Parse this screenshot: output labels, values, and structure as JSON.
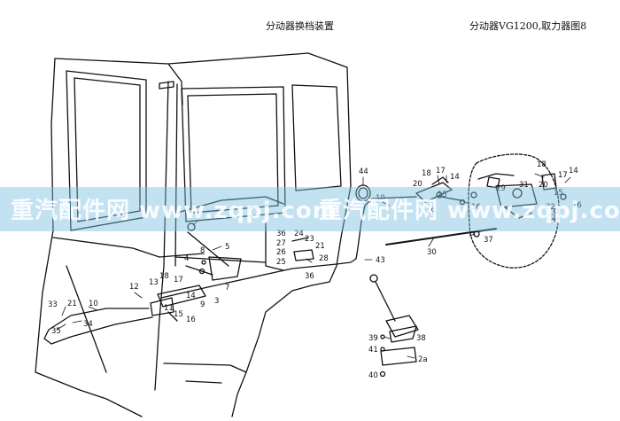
{
  "header": {
    "title_left": "分动器换档装置",
    "title_right": "分动器VG1200,取力器图8"
  },
  "watermark": {
    "text_left": "重汽配件网 www.zqpj.com",
    "text_right": "重汽配件网 www.zqpj.com"
  },
  "callouts": [
    {
      "id": "c-44",
      "text": "44"
    },
    {
      "id": "c-10a",
      "text": "10"
    },
    {
      "id": "c-18a",
      "text": "18"
    },
    {
      "id": "c-17a",
      "text": "17"
    },
    {
      "id": "c-20a",
      "text": "20"
    },
    {
      "id": "c-14a",
      "text": "14"
    },
    {
      "id": "c-15a",
      "text": "15"
    },
    {
      "id": "c-19",
      "text": "19"
    },
    {
      "id": "c-16a",
      "text": "16"
    },
    {
      "id": "c-29",
      "text": "29"
    },
    {
      "id": "c-31",
      "text": "31"
    },
    {
      "id": "c-18b",
      "text": "18"
    },
    {
      "id": "c-17b",
      "text": "17"
    },
    {
      "id": "c-14b",
      "text": "14"
    },
    {
      "id": "c-20b",
      "text": "20"
    },
    {
      "id": "c-15b",
      "text": "15"
    },
    {
      "id": "c-32",
      "text": "32"
    },
    {
      "id": "c-16b",
      "text": "16"
    },
    {
      "id": "c-22",
      "text": "22"
    },
    {
      "id": "c-37",
      "text": "37"
    },
    {
      "id": "c-30",
      "text": "30"
    },
    {
      "id": "c-6",
      "text": "6"
    },
    {
      "id": "c-5",
      "text": "5"
    },
    {
      "id": "c-4",
      "text": "4"
    },
    {
      "id": "c-8",
      "text": "8"
    },
    {
      "id": "c-36a",
      "text": "36"
    },
    {
      "id": "c-24",
      "text": "24"
    },
    {
      "id": "c-27",
      "text": "27"
    },
    {
      "id": "c-23",
      "text": "23"
    },
    {
      "id": "c-21a",
      "text": "21"
    },
    {
      "id": "c-26",
      "text": "26"
    },
    {
      "id": "c-25",
      "text": "25"
    },
    {
      "id": "c-28",
      "text": "28"
    },
    {
      "id": "c-36b",
      "text": "36"
    },
    {
      "id": "c-43",
      "text": "43"
    },
    {
      "id": "c-12",
      "text": "12"
    },
    {
      "id": "c-13",
      "text": "13"
    },
    {
      "id": "c-18c",
      "text": "18"
    },
    {
      "id": "c-17c",
      "text": "17"
    },
    {
      "id": "c-7",
      "text": "7"
    },
    {
      "id": "c-14c",
      "text": "14"
    },
    {
      "id": "c-11",
      "text": "11"
    },
    {
      "id": "c-15c",
      "text": "15"
    },
    {
      "id": "c-9",
      "text": "9"
    },
    {
      "id": "c-3",
      "text": "3"
    },
    {
      "id": "c-16c",
      "text": "16"
    },
    {
      "id": "c-33",
      "text": "33"
    },
    {
      "id": "c-21b",
      "text": "21"
    },
    {
      "id": "c-10b",
      "text": "10"
    },
    {
      "id": "c-35",
      "text": "35"
    },
    {
      "id": "c-34",
      "text": "34"
    },
    {
      "id": "c-39",
      "text": "39"
    },
    {
      "id": "c-38",
      "text": "38"
    },
    {
      "id": "c-41",
      "text": "41"
    },
    {
      "id": "c-2a",
      "text": "2a"
    },
    {
      "id": "c-40",
      "text": "40"
    }
  ]
}
